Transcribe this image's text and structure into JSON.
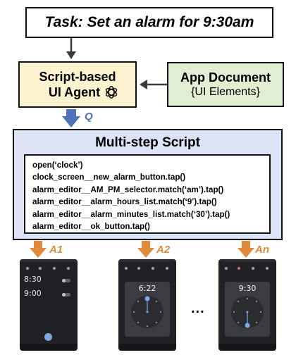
{
  "task": {
    "text": "Task: Set an alarm for 9:30am"
  },
  "agent": {
    "line1": "Script-based",
    "line2": "UI Agent",
    "icon": "openai-logo-icon"
  },
  "app_document": {
    "title": "App Document",
    "subtitle": "{UI Elements}"
  },
  "arrow_q": {
    "label": "Q"
  },
  "script": {
    "title": "Multi-step Script",
    "lines": [
      "open(‘clock’)",
      "clock_screen__new_alarm_button.tap()",
      "alarm_editor__AM_PM_selector.match(‘am’).tap()",
      "alarm_editor__alarm_hours_list.match(‘9’).tap()",
      "alarm_editor__alarm_minutes_list.match(‘30’).tap()",
      "alarm_editor__ok_button.tap()"
    ]
  },
  "actions": [
    {
      "label": "A1"
    },
    {
      "label": "A2"
    },
    {
      "label": "An"
    }
  ],
  "ellipsis": "...",
  "colors": {
    "agent_fill": "#fdf2cf",
    "doc_fill": "#e1eed3",
    "script_fill": "#dce3f6",
    "q_arrow": "#4f72b8",
    "a_arrow": "#e08a3c"
  },
  "screenshots": [
    {
      "name": "clock-screen",
      "times": [
        "8:30",
        "9:00"
      ]
    },
    {
      "name": "alarm-editor-hours",
      "time": "6:22"
    },
    {
      "name": "alarm-editor-minutes",
      "time": "9:30"
    }
  ]
}
